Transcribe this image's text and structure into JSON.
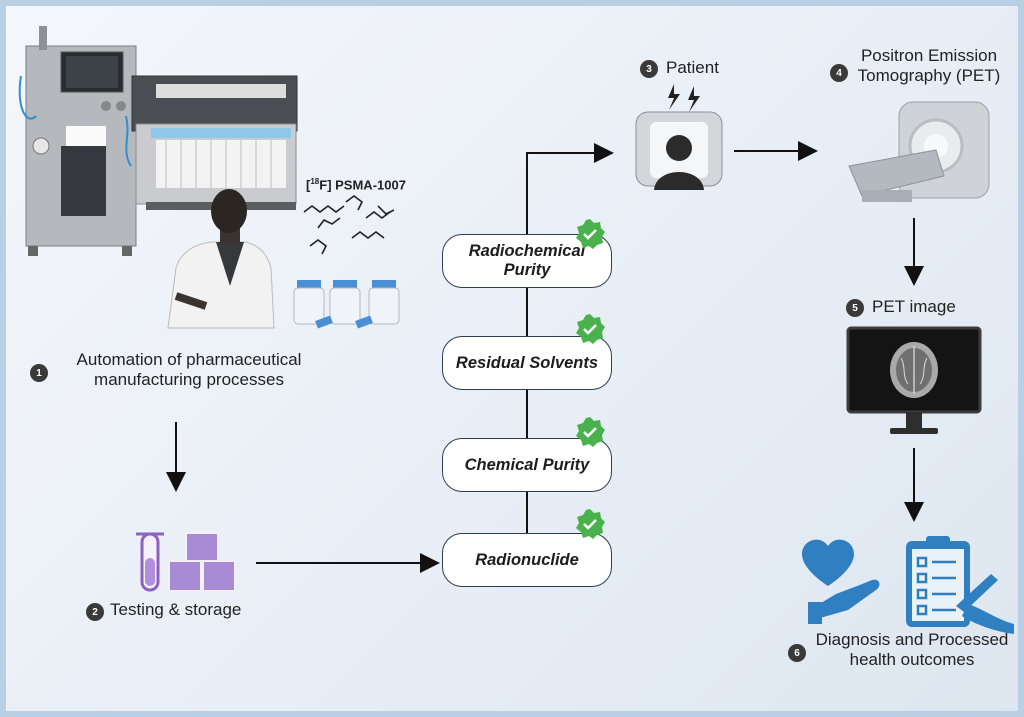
{
  "steps": {
    "s1": {
      "num": "1",
      "label_line1": "Automation of pharmaceutical",
      "label_line2": "manufacturing processes"
    },
    "s2": {
      "num": "2",
      "label": "Testing & storage"
    },
    "s3": {
      "num": "3",
      "label": "Patient"
    },
    "s4": {
      "num": "4",
      "label_line1": "Positron Emission",
      "label_line2": "Tomography (PET)"
    },
    "s5": {
      "num": "5",
      "label": "PET image"
    },
    "s6": {
      "num": "6",
      "label_line1": "Diagnosis and Processed",
      "label_line2": "health outcomes"
    }
  },
  "compound": {
    "superscript_bracket_open": "[",
    "superscript": "18",
    "label_rest": "F] PSMA-1007"
  },
  "qc_tests": [
    {
      "line1": "Radiochemical",
      "line2": "Purity"
    },
    {
      "line1": "Residual Solvents",
      "line2": ""
    },
    {
      "line1": "Chemical Purity",
      "line2": ""
    },
    {
      "line1": "Radionuclide",
      "line2": ""
    }
  ],
  "icons": {
    "synthesizer": "automated-synthesizer-icon",
    "scientist": "scientist-icon",
    "molecules": "molecule-icon",
    "vials": "vials-icon",
    "test_tube": "test-tube-icon",
    "boxes": "storage-boxes-icon",
    "patient": "patient-icon",
    "pet_scanner": "pet-scanner-icon",
    "monitor": "monitor-brain-icon",
    "heart_hand": "heart-in-hand-icon",
    "clipboard": "clipboard-checklist-icon",
    "check": "check-badge-icon"
  },
  "colors": {
    "arrow": "#111111",
    "check_green": "#49b24c",
    "purple": "#9b7ac7",
    "blue_icon": "#2f7fc1"
  }
}
